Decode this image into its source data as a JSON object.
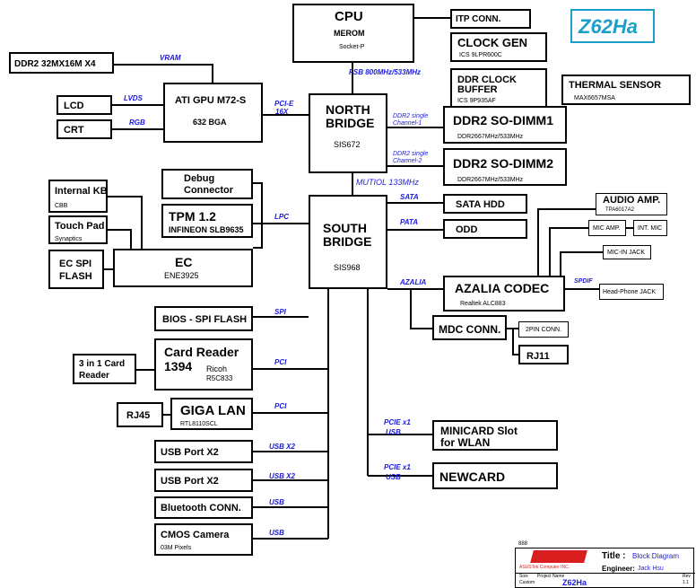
{
  "title_logo": "Z62Ha",
  "blocks": {
    "cpu": {
      "name": "CPU",
      "sub": "MEROM",
      "socket": "Socket-P"
    },
    "itp": "ITP CONN.",
    "clock_gen": {
      "name": "CLOCK GEN",
      "part": "ICS 9LPR600C"
    },
    "clock_buffer": {
      "name_1": "DDR CLOCK",
      "name_2": "BUFFER",
      "part": "ICS 9P935AF"
    },
    "thermal": {
      "name": "THERMAL SENSOR",
      "part": "MAX6657MSA"
    },
    "ddr2_mem": "DDR2 32MX16M X4",
    "lcd": "LCD",
    "crt": "CRT",
    "gpu": {
      "name": "ATI GPU M72-S",
      "pkg": "632 BGA"
    },
    "north": {
      "name_1": "NORTH",
      "name_2": "BRIDGE",
      "part": "SIS672"
    },
    "dimm1": {
      "name": "DDR2 SO-DIMM1",
      "spec": "DDR2667MHz/533MHz"
    },
    "dimm2": {
      "name": "DDR2 SO-DIMM2",
      "spec": "DDR2667MHz/533MHz"
    },
    "debug": {
      "name_1": "Debug",
      "name_2": "Connector"
    },
    "tpm": {
      "name": "TPM 1.2",
      "part": "INFINEON SLB9635"
    },
    "internal_kb": {
      "name": "Internal KB",
      "sub": "CBB"
    },
    "touchpad": {
      "name": "Touch Pad",
      "sub": "Synaptics"
    },
    "ec_spi": {
      "name_1": "EC SPI",
      "name_2": "FLASH"
    },
    "ec": {
      "name": "EC",
      "part": "ENE3925"
    },
    "south": {
      "name_1": "SOUTH",
      "name_2": "BRIDGE",
      "part": "SIS968"
    },
    "sata_hdd": "SATA HDD",
    "odd": "ODD",
    "audio_amp": {
      "name": "AUDIO AMP.",
      "part": "TPA6017A2"
    },
    "mic_amp": "MIC AMP.",
    "int_mic": "INT. MIC",
    "mic_in": "MIC-IN JACK",
    "azalia_codec": {
      "name": "AZALIA CODEC",
      "part": "Realtek ALC883"
    },
    "headphone": "Head-Phone JACK",
    "mdc": "MDC CONN.",
    "pin2": "2PIN CONN.",
    "rj11": "RJ11",
    "bios": "BIOS - SPI FLASH",
    "card_reader": {
      "name_1": "Card Reader",
      "name_2": "1394",
      "part_1": "Ricoh",
      "part_2": "R5C833"
    },
    "three_in_one": {
      "name_1": "3 in 1 Card",
      "name_2": "Reader"
    },
    "giga_lan": {
      "name": "GIGA LAN",
      "part": "RTL8110SCL"
    },
    "rj45": "RJ45",
    "usb1": "USB Port X2",
    "usb2": "USB Port X2",
    "bt": "Bluetooth CONN.",
    "cmos": {
      "name": "CMOS Camera",
      "sub": "03M Pixels"
    },
    "minicard": {
      "name_1": "MINICARD Slot",
      "name_2": "for WLAN"
    },
    "newcard": "NEWCARD"
  },
  "bus_labels": {
    "fsb": "FSB 800MHz/533MHz",
    "vram": "VRAM",
    "lvds": "LVDS",
    "rgb": "RGB",
    "pcie_1": "PCI-E",
    "pcie_2": "16X",
    "ddr2_ch1_1": "DDR2 single",
    "ddr2_ch1_2": "Channel-1",
    "ddr2_ch2_1": "DDR2 single",
    "ddr2_ch2_2": "Channel-2",
    "mutiol": "MUTIOL 133MHz",
    "lpc": "LPC",
    "sata": "SATA",
    "pata": "PATA",
    "azalia": "AZALIA",
    "spdif": "SPDIF",
    "spi": "SPI",
    "pci_1": "PCI",
    "pci_2": "PCI",
    "pcie_x1_a": "PCIE x1",
    "usb_a": "USB",
    "pcie_x1_b": "PCIE x1",
    "usb_b": "USB",
    "usb_x2_a": "USB X2",
    "usb_x2_b": "USB X2",
    "usb_c": "USB",
    "usb_d": "USB"
  },
  "title_block": {
    "num": "888",
    "company": "ASUSTek Computer INC.",
    "title_label": "Title :",
    "title_value": "Block Diagram",
    "engineer_label": "Engineer:",
    "engineer_value": "Jack Hsu",
    "size_label": "Size",
    "size_value": "Custom",
    "project_label": "Project Name",
    "project_value": "Z62Ha",
    "rev_label": "Rev",
    "rev_value": "1.1"
  },
  "colors": {
    "bus_label": "#1a1adf",
    "logo": "#1aa0c8",
    "asus_red": "#d81e1e"
  }
}
